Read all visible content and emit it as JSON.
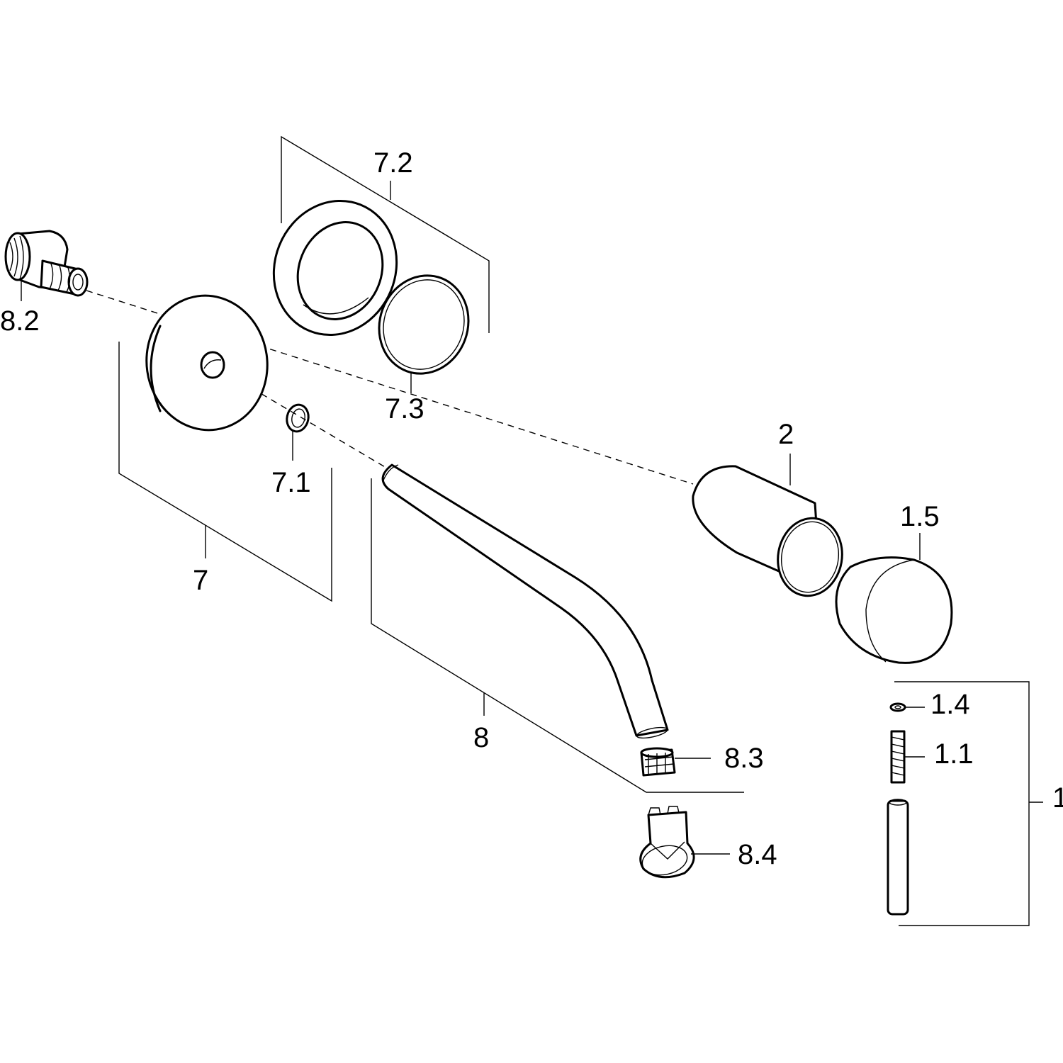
{
  "labels": {
    "p1": "1",
    "p1_1": "1.1",
    "p1_4": "1.4",
    "p1_5": "1.5",
    "p2": "2",
    "p7": "7",
    "p7_1": "7.1",
    "p7_2": "7.2",
    "p7_3": "7.3",
    "p8": "8",
    "p8_2": "8.2",
    "p8_3": "8.3",
    "p8_4": "8.4"
  },
  "colors": {
    "line": "#000000",
    "background": "#ffffff"
  }
}
